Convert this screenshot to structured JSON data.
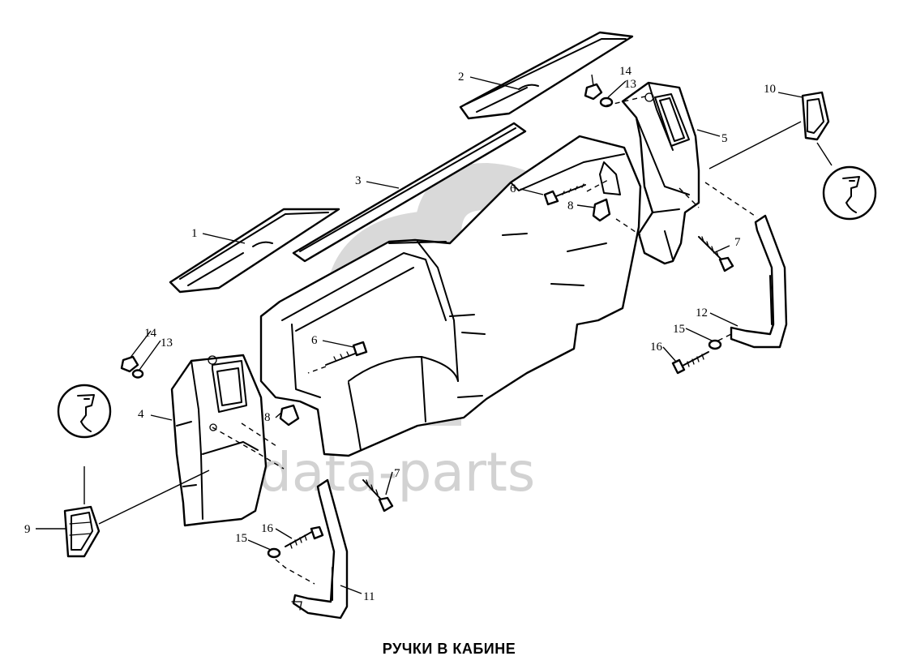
{
  "diagram": {
    "caption": "РУЧКИ В КАБИНЕ",
    "watermark": "data-parts",
    "callouts": {
      "c1": "1",
      "c2": "2",
      "c3": "3",
      "c4": "4",
      "c5": "5",
      "c6a": "6",
      "c6b": "6",
      "c7a": "7",
      "c7b": "7",
      "c8a": "8",
      "c8b": "8",
      "c9": "9",
      "c10": "10",
      "c11": "11",
      "c12": "12",
      "c13a": "13",
      "c13b": "13",
      "c14a": "14",
      "c14b": "14",
      "c15a": "15",
      "c15b": "15",
      "c16a": "16",
      "c16b": "16"
    }
  }
}
